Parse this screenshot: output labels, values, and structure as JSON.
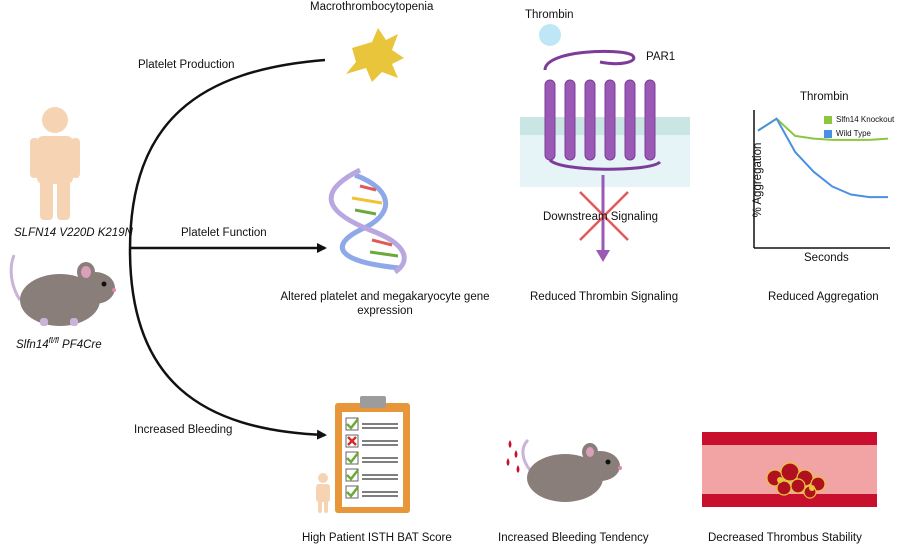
{
  "subjects": {
    "human_label": "SLFN14 V220D K219N",
    "mouse_label_main": "Slfn14",
    "mouse_label_sup": "fl/fl",
    "mouse_label_rest": " PF4Cre"
  },
  "branches": {
    "production": "Platelet Production",
    "function": "Platelet Function",
    "bleeding": "Increased Bleeding"
  },
  "outcomes": {
    "macro": "Macrothrombocytopenia",
    "gene_expression": "Altered platelet and megakaryocyte gene expression",
    "reduced_signaling": "Reduced Thrombin Signaling",
    "reduced_aggregation": "Reduced Aggregation",
    "isth_bat": "High Patient ISTH BAT Score",
    "bleeding_tendency": "Increased Bleeding Tendency",
    "thrombus_stability": "Decreased Thrombus Stability"
  },
  "receptor": {
    "ligand_label": "Thrombin",
    "receptor_label": "PAR1",
    "downstream_label": "Downstream Signaling"
  },
  "chart_data": {
    "type": "line",
    "title": "Thrombin",
    "xlabel": "Seconds",
    "ylabel": "% Aggregation",
    "legend_position": "top-right",
    "series": [
      {
        "name": "Slfn14 Knockout",
        "color": "#8dc63f",
        "values": [
          0.86,
          0.95,
          0.82,
          0.8,
          0.79,
          0.79,
          0.79,
          0.8
        ]
      },
      {
        "name": "Wild Type",
        "color": "#4a90e2",
        "values": [
          0.86,
          0.95,
          0.7,
          0.55,
          0.44,
          0.38,
          0.36,
          0.36
        ]
      }
    ],
    "x": [
      0,
      1,
      2,
      3,
      4,
      5,
      6,
      7
    ],
    "ylim": [
      0,
      1
    ]
  },
  "colors": {
    "arrow": "#111111",
    "platelet": "#e8c53a",
    "skin": "#f6d4b3",
    "receptor": "#9b59b6",
    "membrane": "#c9e6e4",
    "mouse": "#8a7e7a",
    "vessel": "#c8102e",
    "clipboard": "#e8963a",
    "check": "#6aaa3a",
    "cross": "#d62c2c"
  }
}
